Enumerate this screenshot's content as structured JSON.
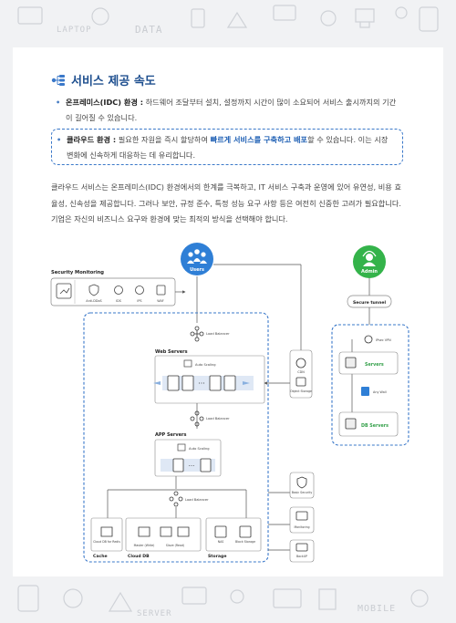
{
  "decor": {
    "word_laptop": "LAPTOP",
    "word_data": "DATA",
    "word_mobile": "MOBILE",
    "word_server": "SERVER"
  },
  "section": {
    "title": "서비스 제공 속도",
    "icon": "network-icon"
  },
  "bullets": [
    {
      "term": "온프레미스(IDC) 환경 :",
      "text": " 하드웨어 조달부터 설치, 설정까지 시간이 많이 소요되어 서비스 출시까지의 기간이 길어질 수 있습니다."
    },
    {
      "term": "클라우드 환경 :",
      "text_before": " 필요한 자원을 즉시 할당하여 ",
      "highlight": "빠르게 서비스를 구축하고 배포",
      "text_after": "할 수 있습니다. 이는 시장 변화에 신속하게 대응하는 데 유리합니다."
    }
  ],
  "paragraph": "클라우드 서비스는 온프레미스(IDC) 환경에서의 한계를 극복하고, IT 서비스 구축과 운영에 있어 유연성, 비용 효율성, 신속성을 제공합니다. 그러나 보안, 규정 준수, 특정 성능 요구 사항 등은 여전히 신중한 고려가 필요합니다. 기업은 자신의 비즈니스 요구와 환경에 맞는 최적의 방식을 선택해야 합니다.",
  "diagram": {
    "users": "Users",
    "admin": "Admin",
    "security_monitoring": "Security Monitoring",
    "sec_items": [
      "Anti-DDoS",
      "IDS",
      "IPS",
      "WAF"
    ],
    "secure_tunnel": "Secure tunnel",
    "load_balancer": "Load Balancer",
    "web_servers": "Web Servers",
    "app_servers": "APP Servers",
    "auto_scaling": "Auto Scaling",
    "cdn": "CDN",
    "object_storage": "Object Storage",
    "basic_security": "Basic Security",
    "monitoring": "Monitoring",
    "backup": "BackUP",
    "ipsec_vpn": "IPsec VPN",
    "servers": "Servers",
    "firewall": "Any Wall",
    "db_servers": "DB Servers",
    "cloud_db_redis": "Cloud DB for Redis",
    "master_db": "Master (Write)",
    "slave_db": "Slave (Read)",
    "nas": "NAS",
    "block_storage": "Block Storage",
    "cache": "Cache",
    "cloud_db": "Cloud DB",
    "storage": "Storage"
  },
  "colors": {
    "heading": "#1e4f8f",
    "accent": "#1e5fb4",
    "users": "#2f7fd6",
    "admin": "#34b34a",
    "dash": "#3a78c9"
  }
}
